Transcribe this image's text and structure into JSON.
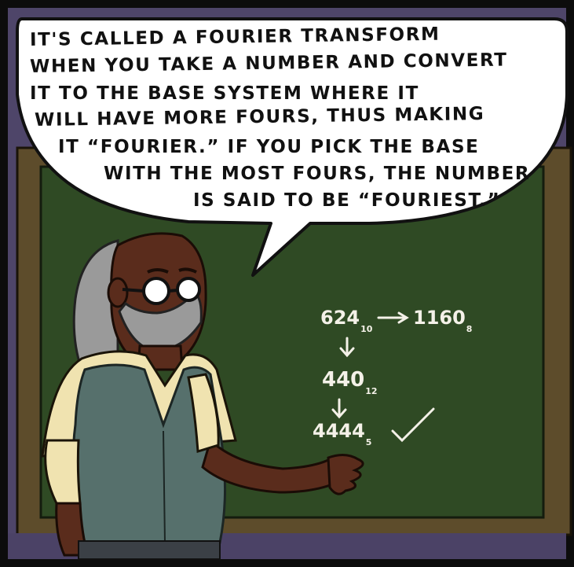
{
  "speech_bubble": {
    "lines": [
      "IT'S CALLED A FOURIER TRANSFORM",
      "WHEN YOU TAKE A NUMBER AND CONVERT",
      "IT TO THE BASE SYSTEM WHERE IT",
      "WILL HAVE MORE FOURS, THUS MAKING",
      "IT “FOURIER.” IF YOU PICK THE BASE",
      "WITH THE MOST FOURS, THE NUMBER",
      "IS SAID TO BE “FOURIEST.”"
    ]
  },
  "chalkboard": {
    "n1": "624",
    "n1_base": "10",
    "n2": "1160",
    "n2_base": "8",
    "n3": "440",
    "n3_base": "12",
    "n4": "4444",
    "n4_base": "5"
  },
  "colors": {
    "frame": "#0c0c0c",
    "wall": "#4e4569",
    "board_frame": "#5a4a2a",
    "board": "#2f4a24",
    "skin": "#5a2c1c",
    "vest": "#56706c",
    "shirt": "#f0e3b0",
    "hair": "#9a9a9a",
    "chalk": "#f4f1e8"
  }
}
